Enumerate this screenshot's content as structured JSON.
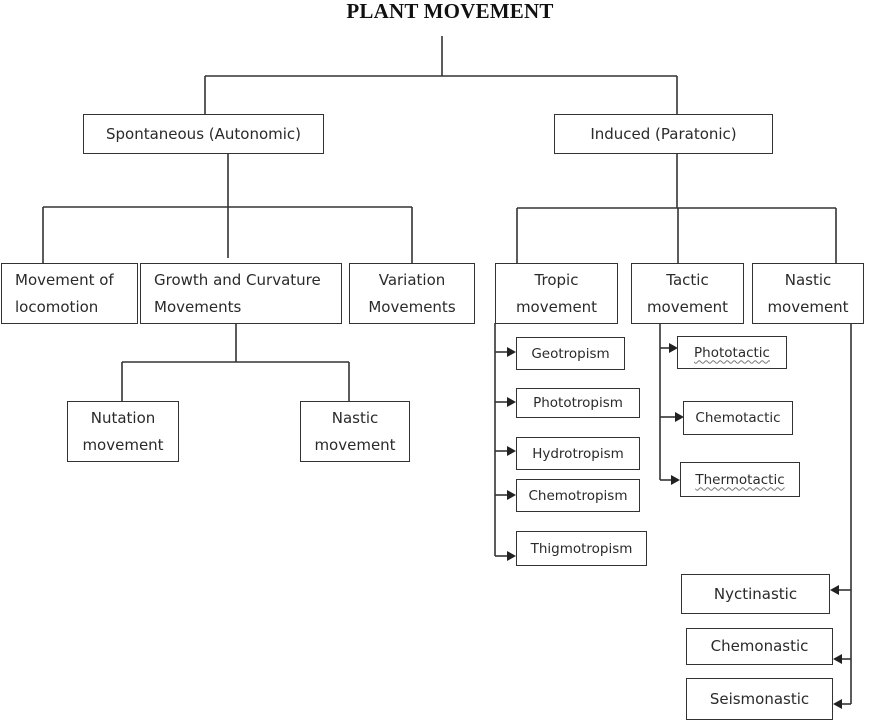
{
  "title": "PLANT MOVEMENT",
  "spontaneous": {
    "label": "Spontaneous  (Autonomic)",
    "children": {
      "locomotion": "Movement  of\nlocomotion",
      "growth": "Growth and  Curvature\nMovements",
      "variation": "Variation\nMovements"
    },
    "growth_children": {
      "nutation": "Nutation\nmovement",
      "nastic": "Nastic\nmovement"
    }
  },
  "induced": {
    "label": "Induced (Paratonic)",
    "children": {
      "tropic": "Tropic\nmovement",
      "tactic": "Tactic\nmovement",
      "nastic": "Nastic\nmovement"
    },
    "tropic_items": [
      "Geotropism",
      "Phototropism",
      "Hydrotropism",
      "Chemotropism",
      "Thigmotropism"
    ],
    "tactic_items": [
      "Phototactic",
      "Chemotactic",
      "Thermotactic"
    ],
    "nastic_items": [
      "Nyctinastic",
      "Chemonastic",
      "Seismonastic"
    ]
  }
}
